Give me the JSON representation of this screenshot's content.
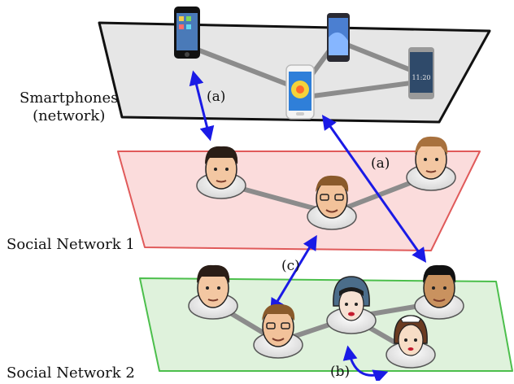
{
  "layers": {
    "smartphones": {
      "label_line1": "Smartphones",
      "label_line2": "(network)",
      "fill": "#e6e6e6",
      "stroke": "#111111"
    },
    "social1": {
      "label": "Social Network 1",
      "fill": "#fbdcdc",
      "stroke": "#e05a5a"
    },
    "social2": {
      "label": "Social Network 2",
      "fill": "#dff2dc",
      "stroke": "#4cbf4c"
    }
  },
  "edge_labels": {
    "a1": "(a)",
    "a2": "(a)",
    "c": "(c)",
    "b": "(b)"
  },
  "colors": {
    "link": "#8c8c8c",
    "interlayer": "#1a1ae6",
    "node_disc": "#f2f2f2"
  },
  "icons": {
    "phone": "smartphone-icon",
    "person_man": "man-face-icon",
    "person_woman": "woman-face-icon"
  }
}
